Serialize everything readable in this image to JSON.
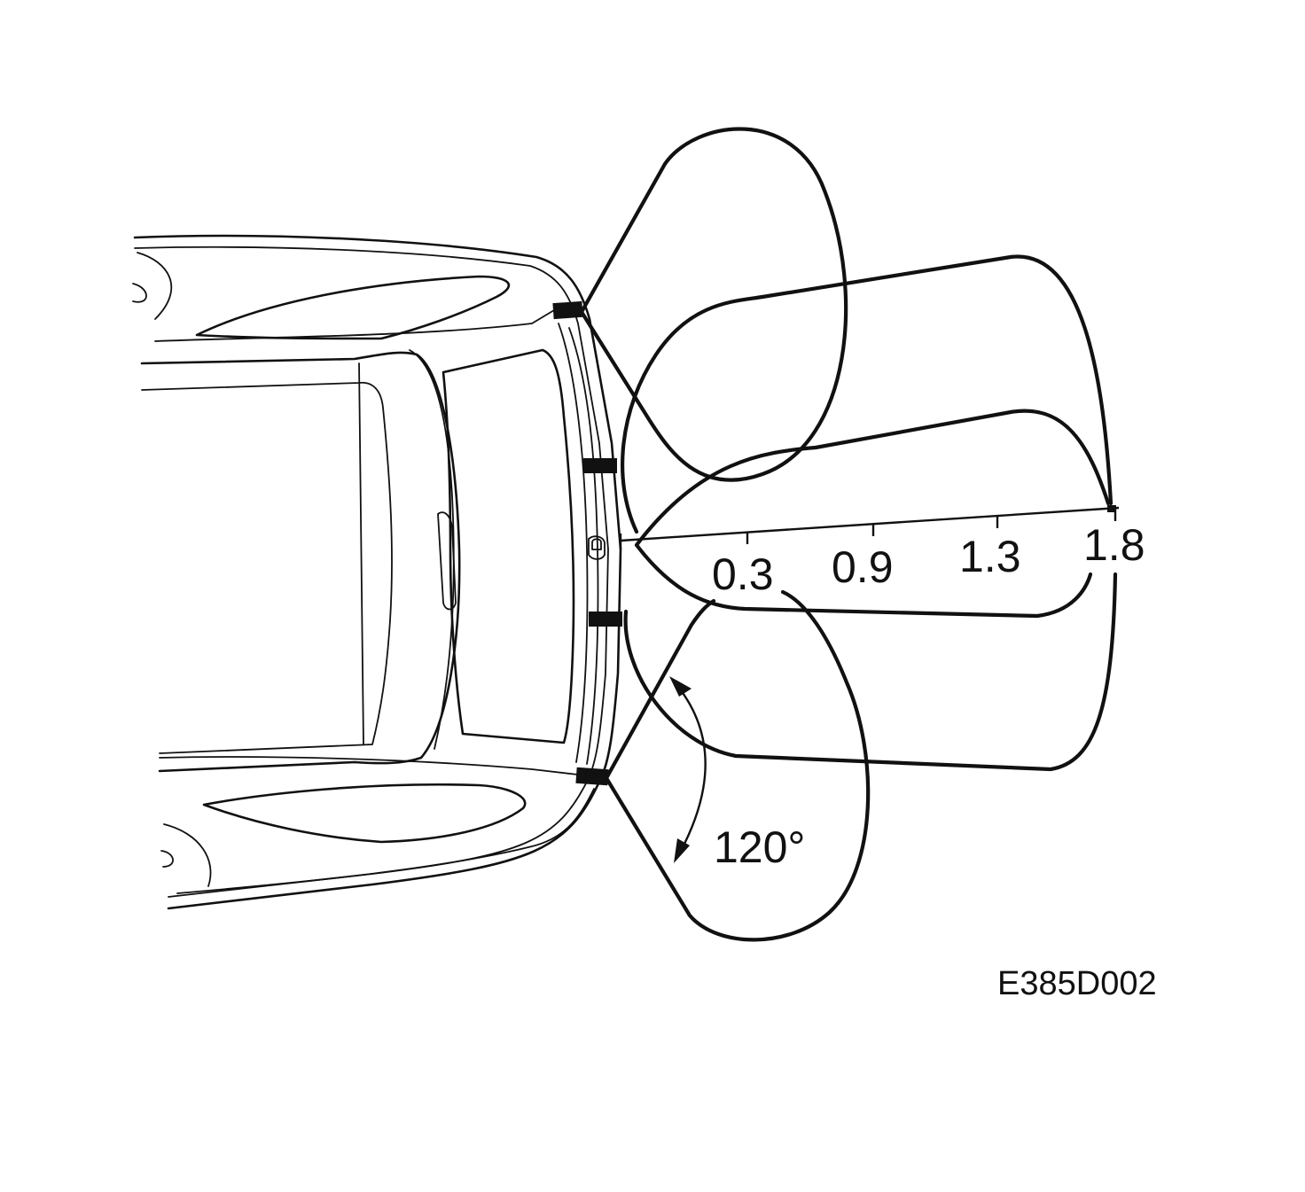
{
  "scale": {
    "tick_labels": [
      "0.3",
      "0.9",
      "1.3",
      "1.8"
    ]
  },
  "angle": {
    "label": "120°"
  },
  "figure_id": "E385D002",
  "colors": {
    "ink": "#111111",
    "background": "#ffffff"
  }
}
